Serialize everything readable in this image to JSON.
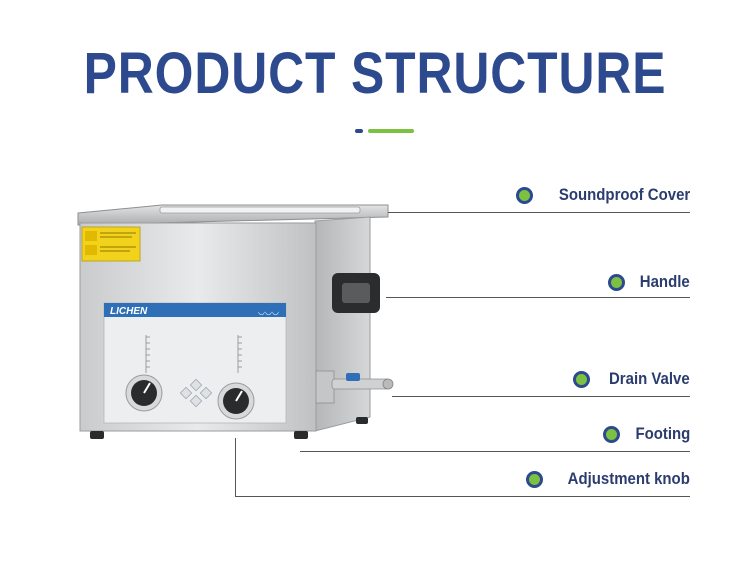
{
  "title": "PRODUCT STRUCTURE",
  "colors": {
    "title": "#2e4a8f",
    "accent_green": "#7cc142",
    "label_text": "#2b3d6e"
  },
  "product": {
    "brand": "LICHEN"
  },
  "labels": [
    {
      "id": "soundproof-cover",
      "text": "Soundproof Cover"
    },
    {
      "id": "handle",
      "text": "Handle"
    },
    {
      "id": "drain-valve",
      "text": "Drain Valve"
    },
    {
      "id": "footing",
      "text": "Footing"
    },
    {
      "id": "adjustment-knob",
      "text": "Adjustment knob"
    }
  ]
}
